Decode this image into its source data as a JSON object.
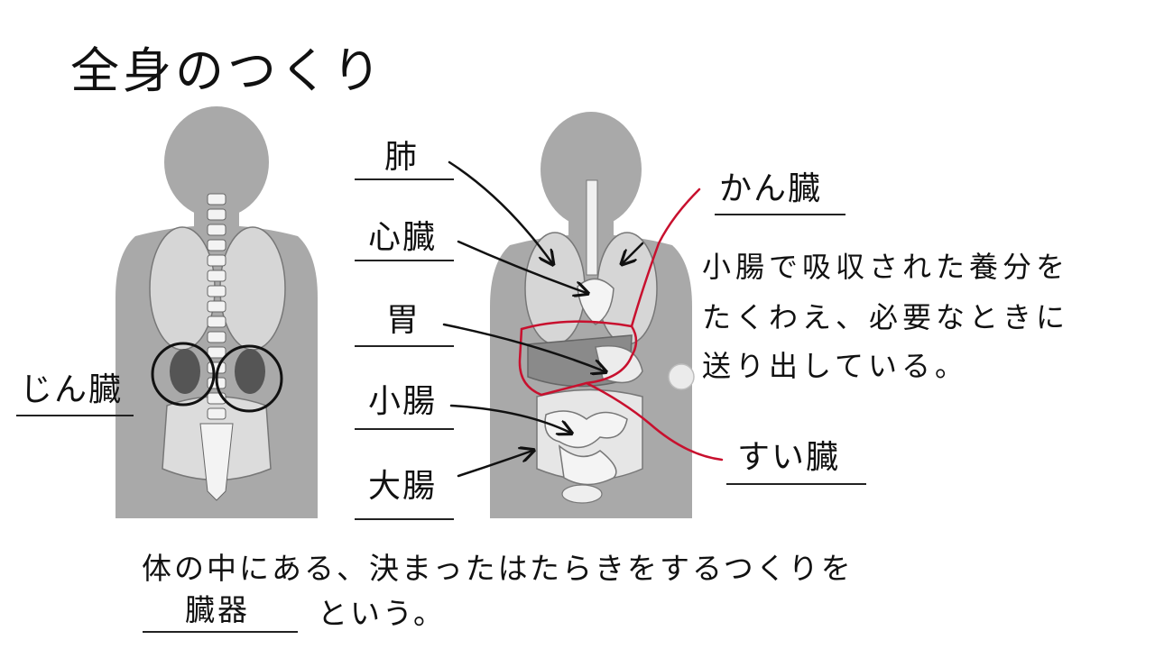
{
  "page_title": "全身のつくり",
  "labels": {
    "lung": "肺",
    "heart": "心臓",
    "stomach": "胃",
    "small_intestine": "小腸",
    "large_intestine": "大腸",
    "liver": "かん臓",
    "pancreas": "すい臓",
    "kidney": "じん臓"
  },
  "liver_description": [
    "小腸で吸収された養分を",
    "たくわえ、必要なときに",
    "送り出している。"
  ],
  "definition": {
    "sentence": "体の中にある、決まったはたらきをするつくりを",
    "answer": "臓器",
    "ending": "という。"
  },
  "colors": {
    "silhouette": "#a9a9a9",
    "organ": "#d6d6d6",
    "annotation_red": "#c8102e",
    "ink": "#111111"
  }
}
